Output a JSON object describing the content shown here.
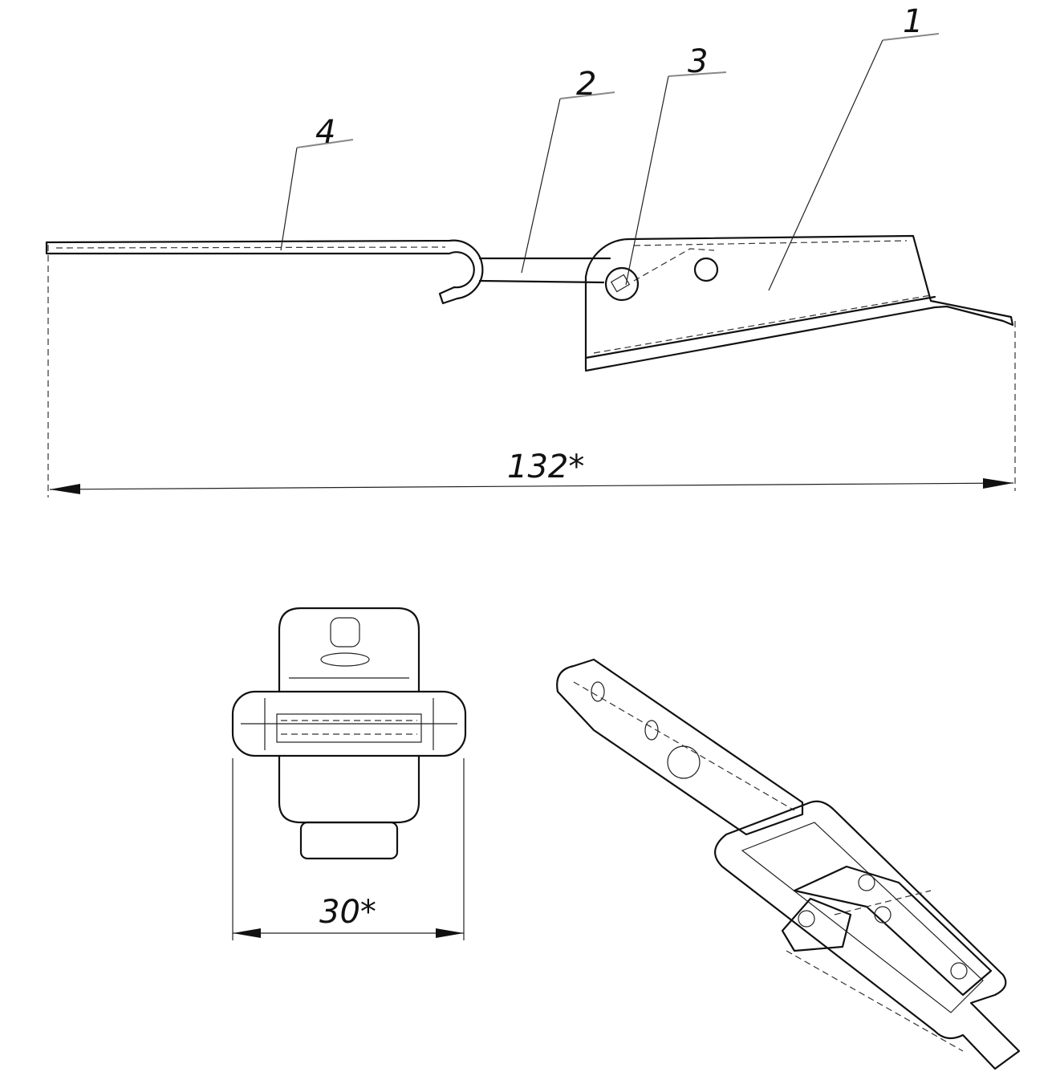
{
  "drawing": {
    "part_labels": [
      "1",
      "2",
      "3",
      "4"
    ],
    "dimensions": {
      "overall_length": "132*",
      "width": "30*"
    }
  }
}
